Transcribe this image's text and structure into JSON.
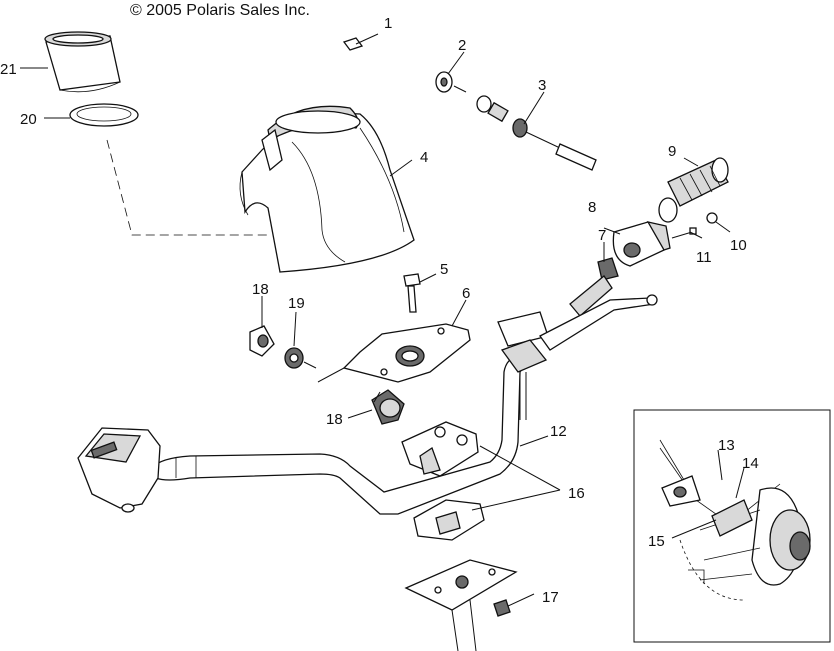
{
  "copyright": "© 2005 Polaris Sales Inc.",
  "callouts": [
    "1",
    "2",
    "3",
    "4",
    "5",
    "6",
    "7",
    "8",
    "9",
    "10",
    "11",
    "12",
    "13",
    "14",
    "15",
    "16",
    "17",
    "18",
    "18",
    "19",
    "20",
    "21"
  ]
}
